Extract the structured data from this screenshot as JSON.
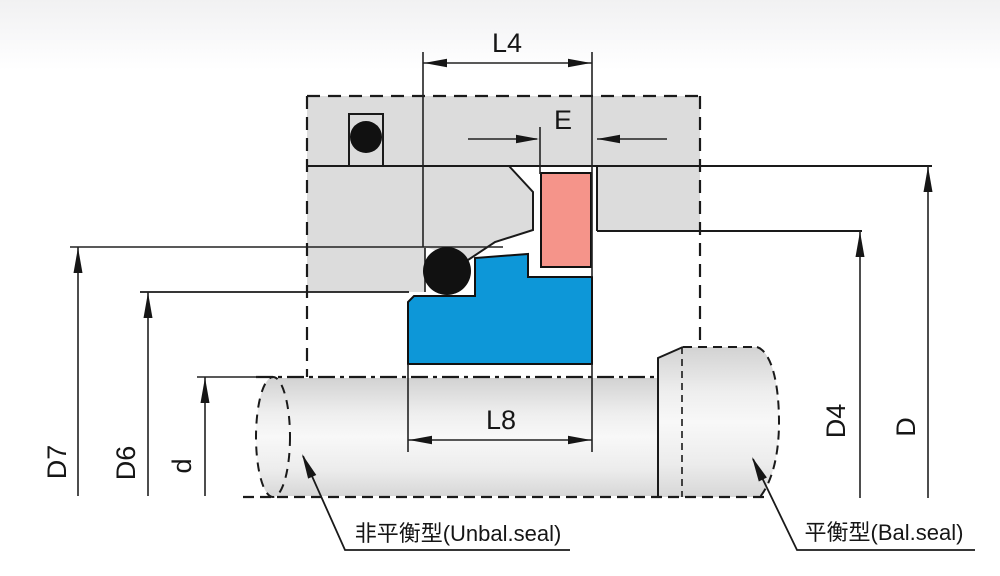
{
  "diagram": {
    "kind": "mechanical-seal-cross-section",
    "labels": {
      "l4": "L4",
      "e": "E",
      "l8": "L8",
      "d7": "D7",
      "d6": "D6",
      "d": "d",
      "d4": "D4",
      "D": "D"
    },
    "callouts": {
      "unbalanced": "非平衡型(Unbal.seal)",
      "balanced": "平衡型(Bal.seal)"
    },
    "colors": {
      "housing": "#dcdcdc",
      "seal_face": "#0d97d8",
      "seat": "#f5948a",
      "oring": "#111111",
      "line": "#1a1a1a",
      "dim": "#222222"
    }
  }
}
